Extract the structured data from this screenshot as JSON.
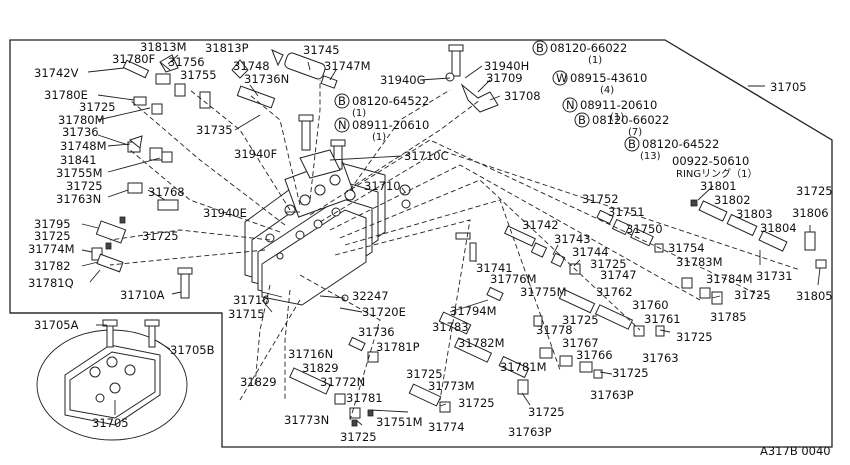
{
  "diagram_code": "A317B 0040",
  "callouts": {
    "c31705": "31705",
    "c31742V": "31742V",
    "c31780F": "31780F",
    "c31813M": "31813M",
    "c31813P": "31813P",
    "c31745": "31745",
    "c31756": "31756",
    "c31755a": "31755",
    "c31748a": "31748",
    "c31747M": "31747M",
    "c31736N": "31736N",
    "c31780E": "31780E",
    "c31725a": "31725",
    "c31780M": "31780M",
    "c31735": "31735",
    "c31736": "31736",
    "c31748M": "31748M",
    "c31841": "31841",
    "c31755M": "31755M",
    "c31725b": "31725",
    "c31763N": "31763N",
    "c31768": "31768",
    "c31940F": "31940F",
    "c31940E": "31940E",
    "c31710C": "31710C",
    "c31710": "31710",
    "c31940G": "31940G",
    "c31940H": "31940H",
    "c31709": "31709",
    "c31708": "31708",
    "c31795": "31795",
    "c31725c": "31725",
    "c31725d": "31725",
    "c31774M": "31774M",
    "c31782": "31782",
    "c31781Q": "31781Q",
    "c31710A": "31710A",
    "c31716": "31716",
    "c31715": "31715",
    "c31716N": "31716N",
    "c31829a": "31829",
    "c31829b": "31829",
    "c32247": "32247",
    "c31720E": "31720E",
    "c31794M": "31794M",
    "c31783": "31783",
    "c31736b": "31736",
    "c31781P": "31781P",
    "c31725e": "31725",
    "c31782M": "31782M",
    "c31772N": "31772N",
    "c31773M": "31773M",
    "c31781M": "31781M",
    "c31781": "31781",
    "c31725f": "31725",
    "c31773N": "31773N",
    "c31751M": "31751M",
    "c31774": "31774",
    "c31725g": "31725",
    "c31763P": "31763P",
    "c31725h": "31725",
    "c31763Pb": "31763P",
    "c31725i": "31725",
    "c31766": "31766",
    "c31767": "31767",
    "c31763": "31763",
    "c31725j": "31725",
    "c31778": "31778",
    "c31725k": "31725",
    "c31775M": "31775M",
    "c31776M": "31776M",
    "c31762": "31762",
    "c31760": "31760",
    "c31761": "31761",
    "c31741": "31741",
    "c31742": "31742",
    "c31743": "31743",
    "c31744": "31744",
    "c31725l": "31725",
    "c31747": "31747",
    "c31752": "31752",
    "c31751": "31751",
    "c31750": "31750",
    "c31754": "31754",
    "c31783M": "31783M",
    "c31784M": "31784M",
    "c31725m": "31725",
    "c31785": "31785",
    "c31731": "31731",
    "c31801": "31801",
    "c31802": "31802",
    "c31803": "31803",
    "c31804": "31804",
    "c31806": "31806",
    "c31725n": "31725",
    "c31805": "31805",
    "c31705A": "31705A",
    "c31705B": "31705B",
    "c31705c": "31705",
    "ring_label": "RINGリング（1）",
    "n00922": "00922-50610"
  },
  "standard_parts": [
    {
      "prefix": "B",
      "number": "08120-66022",
      "qty": "(1)"
    },
    {
      "prefix": "W",
      "number": "08915-43610",
      "qty": "(4)"
    },
    {
      "prefix": "N",
      "number": "08911-20610",
      "qty": "(1)"
    },
    {
      "prefix": "B",
      "number": "08120-66022",
      "qty": "(7)"
    },
    {
      "prefix": "B",
      "number": "08120-64522",
      "qty": "(13)"
    },
    {
      "prefix": "B",
      "number": "08120-64522",
      "qty": "(1)"
    },
    {
      "prefix": "N",
      "number": "08911-20610",
      "qty": "(1)"
    }
  ]
}
